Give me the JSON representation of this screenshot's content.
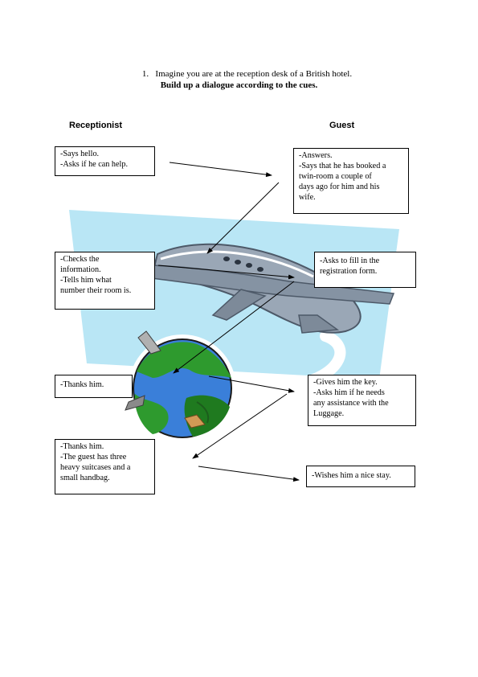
{
  "instruction": {
    "number": "1.",
    "text": "Imagine you are at the reception desk of a British hotel.",
    "subtitle": "Build up a dialogue according to the cues."
  },
  "columns": {
    "left": "Receptionist",
    "right": "Guest"
  },
  "receptionist_cues": [
    {
      "lines": [
        "-Says hello.",
        "-Asks if he can help."
      ]
    },
    {
      "lines": [
        "-Checks the",
        "information.",
        "-Tells him what",
        "number their room is."
      ]
    },
    {
      "lines": [
        "-Thanks him."
      ]
    },
    {
      "lines": [
        "-Thanks him.",
        "-The guest has three",
        "heavy suitcases and a",
        "small handbag."
      ]
    }
  ],
  "guest_cues": [
    {
      "lines": [
        "-Answers.",
        "-Says that he has booked a",
        "twin-room a couple of",
        "days ago for him and his",
        "wife."
      ]
    },
    {
      "lines": [
        "-Asks to fill in the",
        "registration form."
      ]
    },
    {
      "lines": [
        "-Gives him the key.",
        "-Asks him if he needs",
        "any assistance with the",
        "Luggage."
      ]
    },
    {
      "lines": [
        "-Wishes him a nice stay."
      ]
    }
  ],
  "colors": {
    "sky": "#b9e6f5",
    "plane": "#9aa7b6",
    "plane_dark": "#4d5968",
    "ocean": "#3a7fd9",
    "land": "#2e9a2e",
    "land_dark": "#1c5d1c"
  }
}
